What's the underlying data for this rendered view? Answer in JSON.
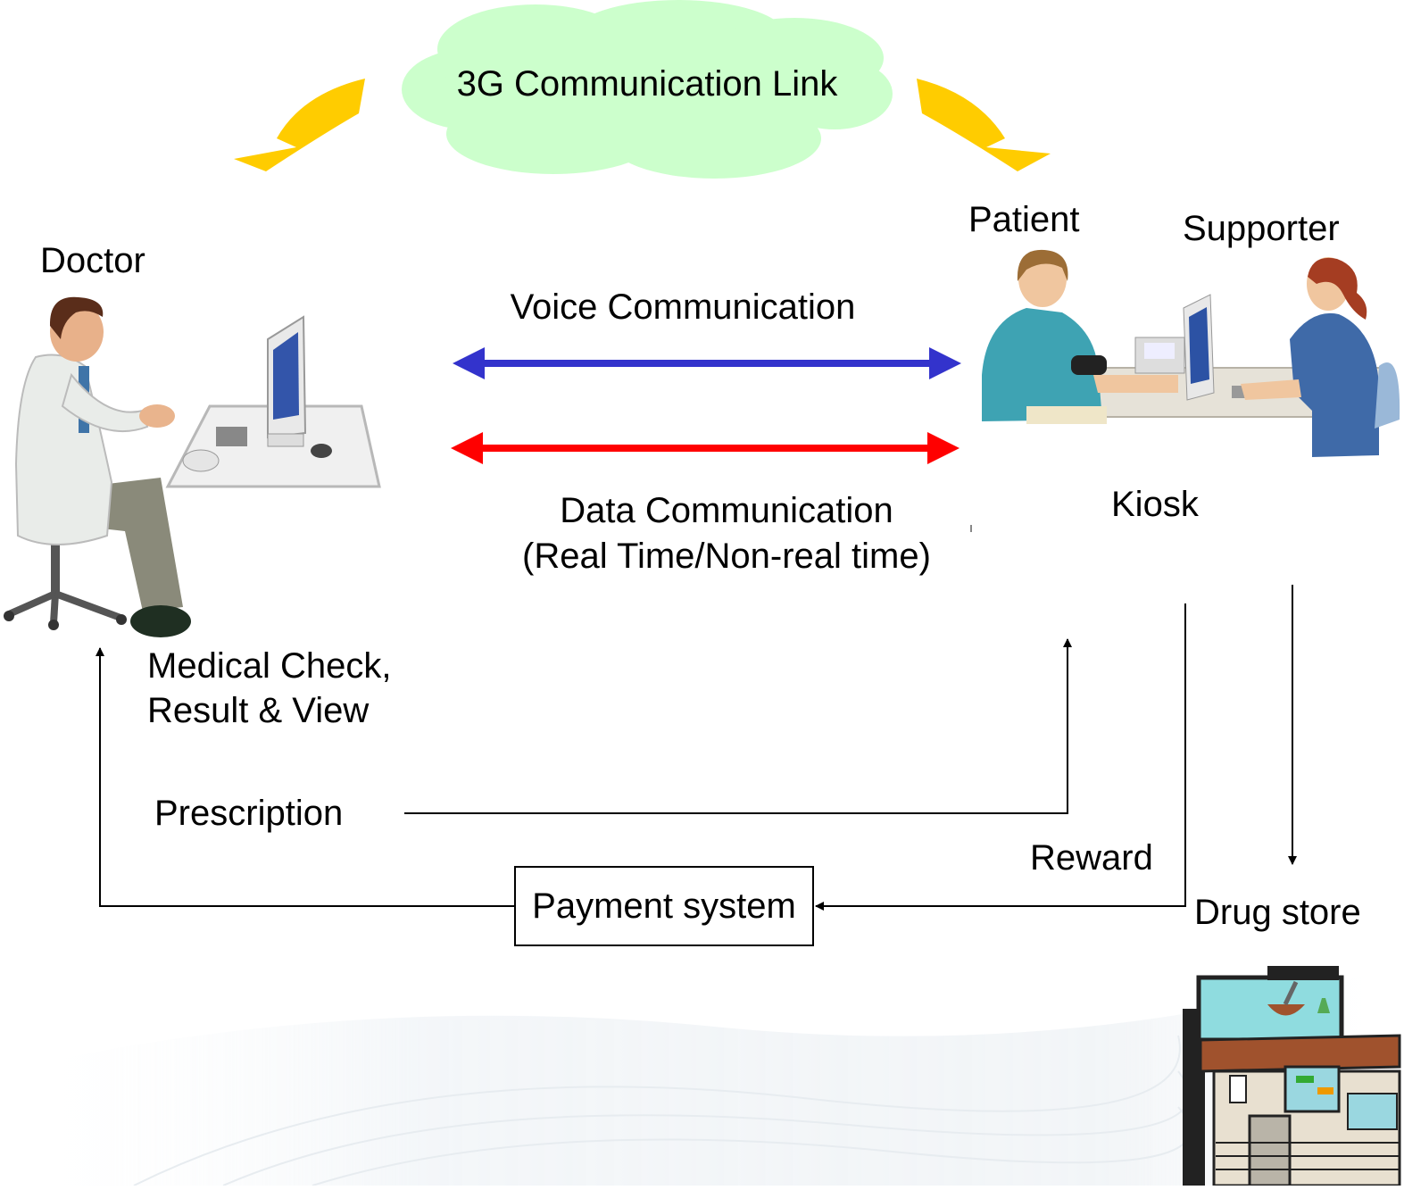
{
  "labels": {
    "cloud": "3G Communication Link",
    "doctor": "Doctor",
    "patient": "Patient",
    "supporter": "Supporter",
    "voice": "Voice Communication",
    "data_line1": "Data Communication",
    "data_line2": "(Real Time/Non-real time)",
    "kiosk": "Kiosk",
    "medical_line1": "Medical Check,",
    "medical_line2": "Result & View",
    "prescription": "Prescription",
    "reward": "Reward",
    "payment": "Payment system",
    "drugstore": "Drug store"
  },
  "colors": {
    "cloud_fill": "#ccffcc",
    "yellow_arrow": "#ffcc00",
    "voice_arrow": "#3333cc",
    "data_arrow": "#ff0000",
    "flow_line": "#000000"
  },
  "icons": [
    "doctor-at-desk-icon",
    "patient-icon",
    "supporter-icon",
    "kiosk-icon",
    "drugstore-icon"
  ]
}
